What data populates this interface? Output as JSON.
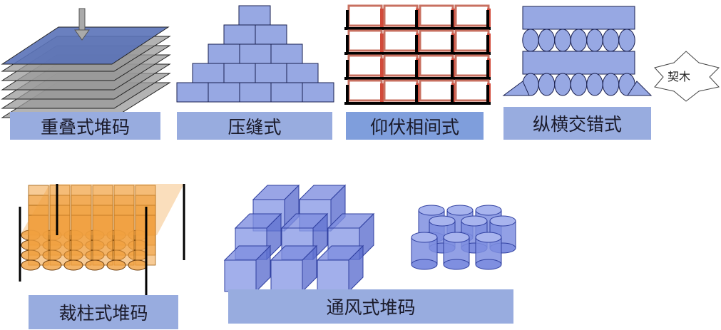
{
  "labels": {
    "overlap": "重叠式堆码",
    "staggered": "压缝式",
    "alternating": "仰伏相间式",
    "crisscross": "纵横交错式",
    "wedge": "契木",
    "pillar": "裁柱式堆码",
    "ventilated": "通风式堆码"
  },
  "colors": {
    "block_fill": "#97a8e3",
    "label_bg": "#98acdf",
    "label_bg_dark": "#7f9edc",
    "sheet_top": "#5a72b8",
    "sheet_gray": "#9a9a9a",
    "brick_red": "#d24a3a",
    "cylinder_orange": "#f0a040"
  }
}
